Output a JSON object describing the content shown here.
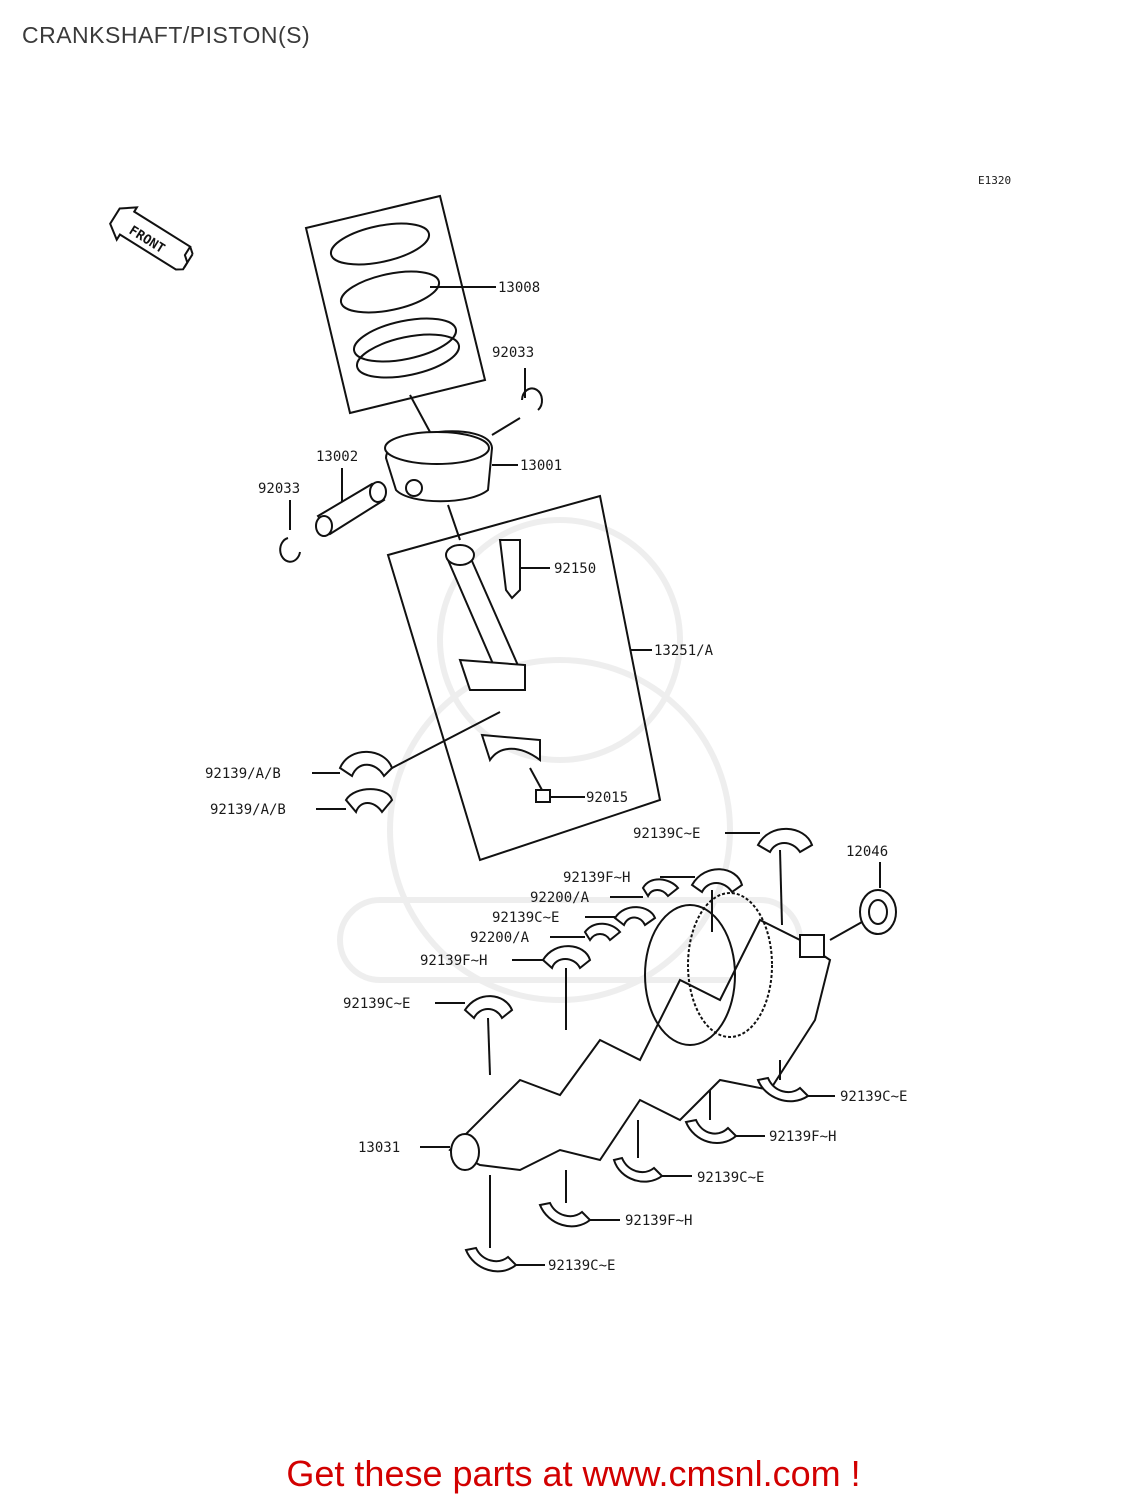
{
  "title": "CRANKSHAFT/PISTON(S)",
  "diagram_code": "E1320",
  "front_arrow_label": "FRONT",
  "footer": "Get these parts at www.cmsnl.com !",
  "parts": [
    {
      "id": "p13008",
      "label": "13008"
    },
    {
      "id": "p92033a",
      "label": "92033"
    },
    {
      "id": "p13002",
      "label": "13002"
    },
    {
      "id": "p13001",
      "label": "13001"
    },
    {
      "id": "p92033b",
      "label": "92033"
    },
    {
      "id": "p92150",
      "label": "92150"
    },
    {
      "id": "p13251",
      "label": "13251/A"
    },
    {
      "id": "p92139ab1",
      "label": "92139/A/B"
    },
    {
      "id": "p92139ab2",
      "label": "92139/A/B"
    },
    {
      "id": "p92015",
      "label": "92015"
    },
    {
      "id": "p92139ce1",
      "label": "92139C~E"
    },
    {
      "id": "p12046",
      "label": "12046"
    },
    {
      "id": "p92139fh1",
      "label": "92139F~H"
    },
    {
      "id": "p92200a1",
      "label": "92200/A"
    },
    {
      "id": "p92139ce2",
      "label": "92139C~E"
    },
    {
      "id": "p92200a2",
      "label": "92200/A"
    },
    {
      "id": "p92139fh2",
      "label": "92139F~H"
    },
    {
      "id": "p92139ce3",
      "label": "92139C~E"
    },
    {
      "id": "p92139ce4",
      "label": "92139C~E"
    },
    {
      "id": "p92139fh3",
      "label": "92139F~H"
    },
    {
      "id": "p13031",
      "label": "13031"
    },
    {
      "id": "p92139ce5",
      "label": "92139C~E"
    },
    {
      "id": "p92139fh4",
      "label": "92139F~H"
    },
    {
      "id": "p92139ce6",
      "label": "92139C~E"
    }
  ]
}
